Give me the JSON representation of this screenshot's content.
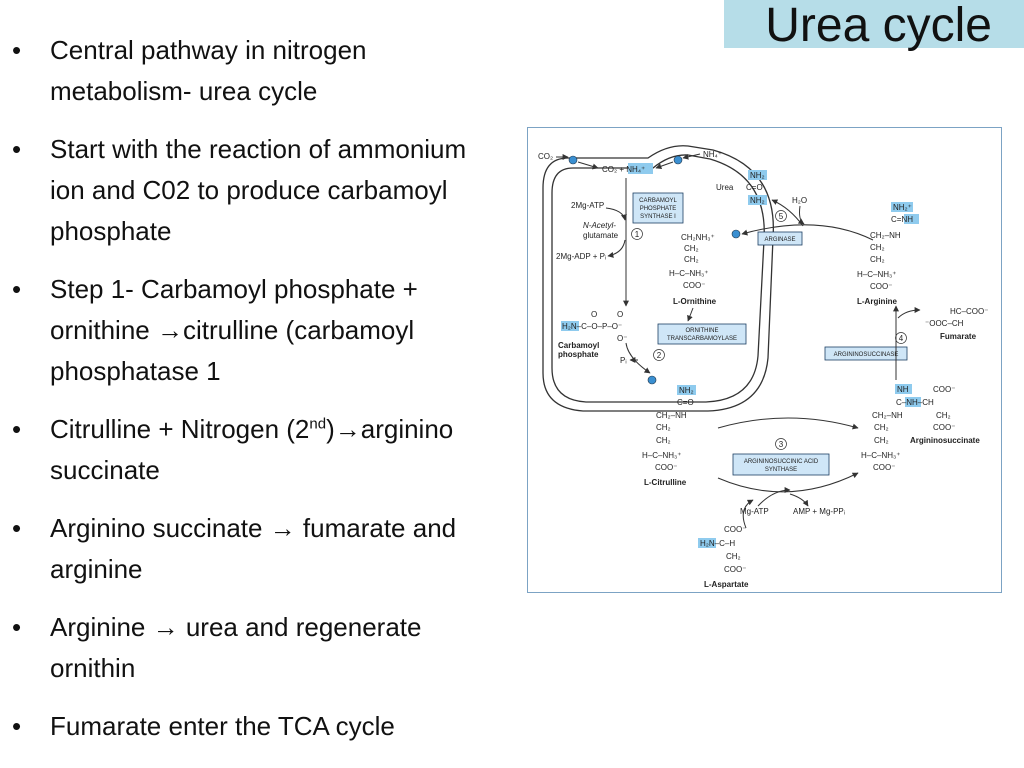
{
  "title": "Urea cycle",
  "bullets": [
    {
      "text": "Central pathway in nitrogen metabolism- urea cycle"
    },
    {
      "text": "Start with the reaction of ammonium ion and C02 to produce carbamoyl phosphate"
    },
    {
      "text": "Step 1- Carbamoyl phosphate + ornithine →citrulline (carbamoyl phosphatase 1"
    },
    {
      "pre": "Citrulline + Nitrogen (2",
      "sup": "nd",
      "post": ")→arginino succinate"
    },
    {
      "text": "Arginino succinate → fumarate and arginine"
    },
    {
      "text": "Arginine → urea and regenerate ornithin"
    },
    {
      "text": "Fumarate enter the TCA cycle"
    }
  ],
  "diagram": {
    "co2_left": "CO₂",
    "co2_nh4": "CO₂ + NH₄⁺",
    "nh4_top": "NH₄⁺",
    "atp": "2Mg-ATP",
    "nag1": "N-Acetyl-",
    "nag2": "glutamate",
    "adp": "2Mg-ADP + Pᵢ",
    "cps1": "CARBAMOYL",
    "cps2": "PHOSPHATE",
    "cps3": "SYNTHASE I",
    "step1": "1",
    "step2": "2",
    "step3": "3",
    "step4": "4",
    "step5": "5",
    "cp_name1": "Carbamoyl",
    "cp_name2": "phosphate",
    "cp_formula": "H₂N–C–O–P–O⁻",
    "pi": "Pᵢ",
    "orn_l1": "CH₂NH₃⁺",
    "orn_l2": "CH₂",
    "orn_l3": "CH₂",
    "orn_l4": "H–C–NH₃⁺",
    "orn_l5": "COO⁻",
    "ornithine": "L-Ornithine",
    "otc1": "ORNITHINE",
    "otc2": "TRANSCARBAMOYLASE",
    "urea": "Urea",
    "urea_nh2a": "NH₂",
    "urea_co": "C=O",
    "urea_nh2b": "NH₂",
    "h2o": "H₂O",
    "arginase": "ARGINASE",
    "arg_l1": "NH₂⁺",
    "arg_l2": "C=NH",
    "arg_l3": "CH₂–NH",
    "arg_l4": "CH₂",
    "arg_l5": "CH₂",
    "arg_l6": "H–C–NH₃⁺",
    "arg_l7": "COO⁻",
    "arginine": "L-Arginine",
    "fum1": "HC–COO⁻",
    "fum2": "⁻OOC–CH",
    "fumarate": "Fumarate",
    "asl": "ARGININOSUCCINASE",
    "as_l1": "NH",
    "as_l1b": "COO⁻",
    "as_l2": "C–NH–CH",
    "as_l3": "CH₂–NH",
    "as_l3b": "CH₂",
    "as_l4": "CH₂",
    "as_l4b": "COO⁻",
    "as_l5": "CH₂",
    "as_l6": "H–C–NH₃⁺",
    "as_l7": "COO⁻",
    "argininosuccinate": "Argininosuccinate",
    "ass1": "ARGININOSUCCINIC ACID",
    "ass2": "SYNTHASE",
    "mgatp": "Mg-ATP",
    "amp": "AMP + Mg-PPᵢ",
    "cit_l1": "NH₂",
    "cit_l2": "C=O",
    "cit_l3": "CH₂–NH",
    "cit_l4": "CH₂",
    "cit_l5": "CH₂",
    "cit_l6": "H–C–NH₃⁺",
    "cit_l7": "COO⁻",
    "citrulline": "L-Citrulline",
    "asp_l1": "COO⁻",
    "asp_l2": "H₂N–C–H",
    "asp_l3": "CH₂",
    "asp_l4": "COO⁻",
    "aspartate": "L-Aspartate"
  }
}
